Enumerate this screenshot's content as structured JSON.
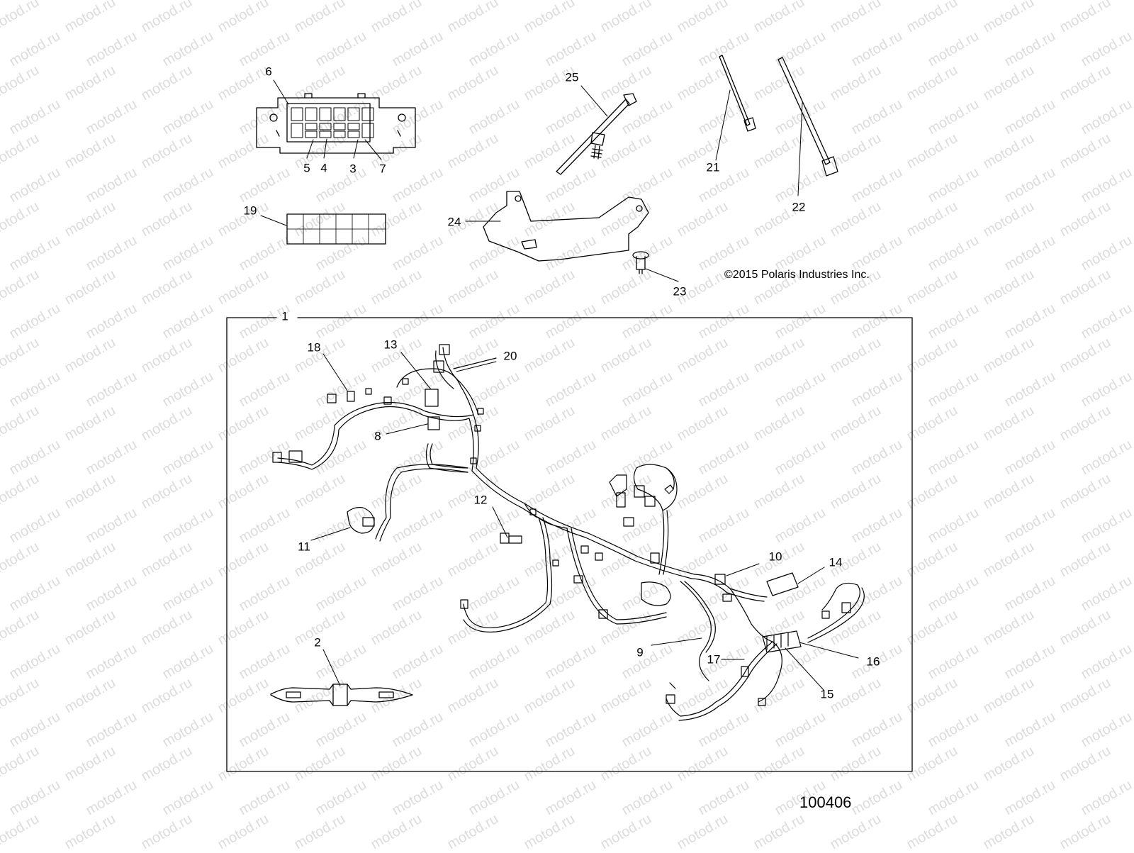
{
  "watermark": "motod.ru",
  "copyright": "©2015 Polaris Industries Inc.",
  "diagram_id": "100406",
  "callouts": [
    "1",
    "2",
    "3",
    "4",
    "5",
    "6",
    "7",
    "8",
    "9",
    "10",
    "11",
    "12",
    "13",
    "14",
    "15",
    "16",
    "17",
    "18",
    "19",
    "20",
    "21",
    "22",
    "23",
    "24",
    "25"
  ]
}
